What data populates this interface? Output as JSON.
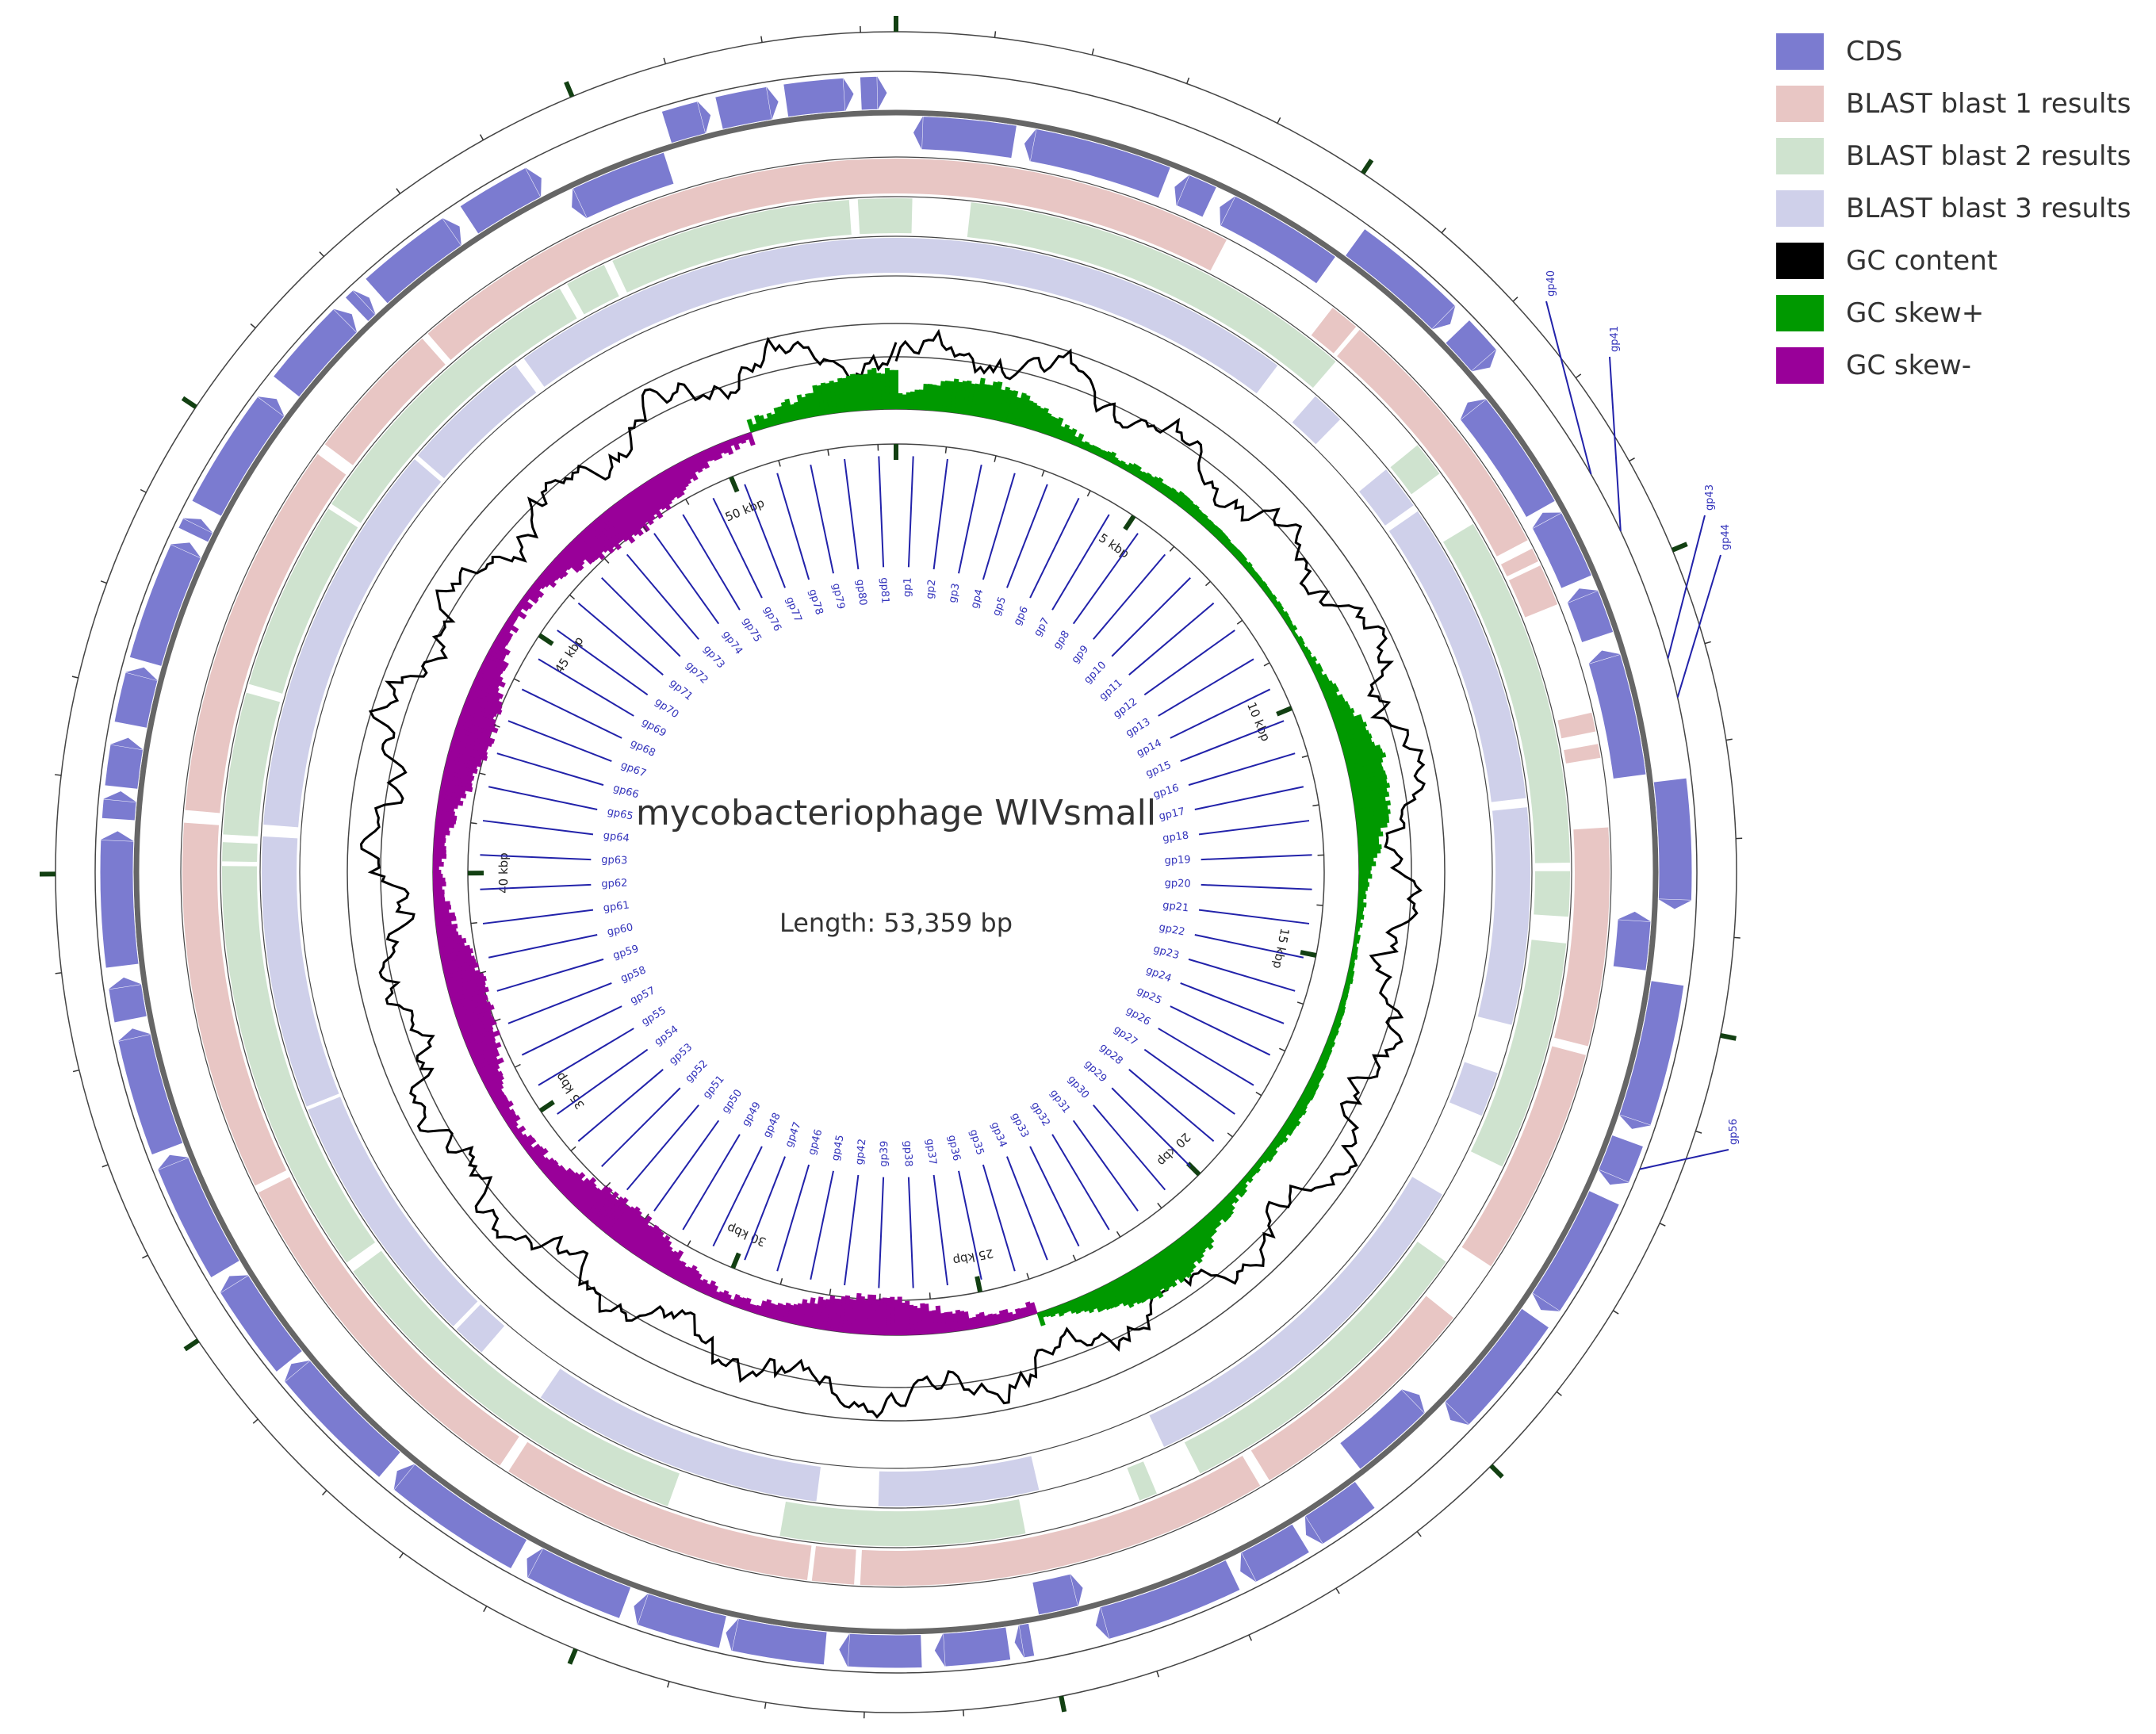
{
  "title": "mycobacteriophage WIVsmall",
  "length_text": "Length: 53,359 bp",
  "genome_length": 53359,
  "colors": {
    "cds": "#7b7bd0",
    "blast1": "#e8c6c4",
    "blast2": "#cfe3cf",
    "blast3": "#cfd0ea",
    "gc_content": "#000000",
    "gc_skew_plus": "#009900",
    "gc_skew_minus": "#990099",
    "label_line": "#2222aa"
  },
  "legend": [
    {
      "label": "CDS",
      "color": "#7b7bd0"
    },
    {
      "label": "BLAST blast 1 results",
      "color": "#e8c6c4"
    },
    {
      "label": "BLAST blast 2 results",
      "color": "#cfe3cf"
    },
    {
      "label": "BLAST blast 3 results",
      "color": "#cfd0ea"
    },
    {
      "label": "GC content",
      "color": "#000000"
    },
    {
      "label": "GC skew+",
      "color": "#009900"
    },
    {
      "label": "GC skew-",
      "color": "#990099"
    }
  ],
  "kbp_labels": [
    "5 kbp",
    "10 kbp",
    "15 kbp",
    "20 kbp",
    "25 kbp",
    "30 kbp",
    "35 kbp",
    "40 kbp",
    "45 kbp",
    "50 kbp"
  ],
  "inner_genes": [
    "gp1",
    "gp2",
    "gp3",
    "gp4",
    "gp5",
    "gp6",
    "gp7",
    "gp8",
    "gp9",
    "gp10",
    "gp11",
    "gp12",
    "gp13",
    "gp14",
    "gp15",
    "gp16",
    "gp17",
    "gp18",
    "gp19",
    "gp20",
    "gp21",
    "gp22",
    "gp23",
    "gp24",
    "gp25",
    "gp26",
    "gp27",
    "gp28",
    "gp29",
    "gp30",
    "gp31",
    "gp32",
    "gp33",
    "gp34",
    "gp35",
    "gp36",
    "gp37",
    "gp38",
    "gp39",
    "gp42",
    "gp45",
    "gp46",
    "gp47",
    "gp48",
    "gp49",
    "gp50",
    "gp51",
    "gp52",
    "gp53",
    "gp54",
    "gp55",
    "gp57",
    "gp58",
    "gp59",
    "gp60",
    "gp61",
    "gp62",
    "gp63",
    "gp64",
    "gp65",
    "gp66",
    "gp67",
    "gp68",
    "gp69",
    "gp70",
    "gp71",
    "gp72",
    "gp73",
    "gp74",
    "gp75",
    "gp76",
    "gp77",
    "gp78",
    "gp79",
    "gp80",
    "gp81"
  ],
  "outer_genes": [
    "gp40",
    "gp41",
    "gp43",
    "gp44",
    "gp56"
  ]
}
